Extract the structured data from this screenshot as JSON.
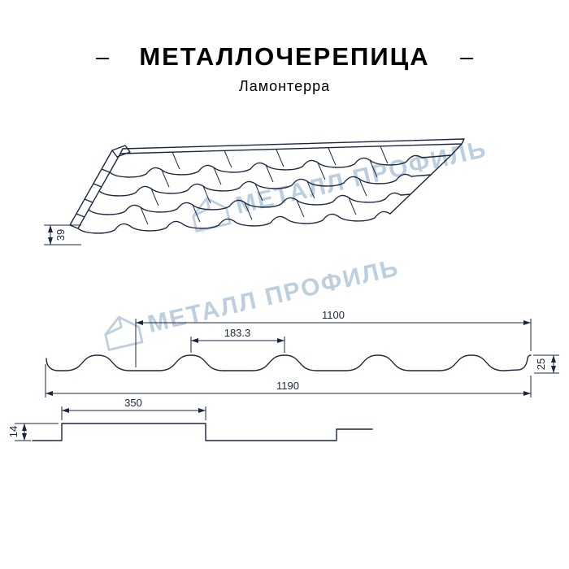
{
  "header": {
    "title": "МЕТАЛЛОЧЕРЕПИЦА",
    "subtitle": "Ламонтерра"
  },
  "watermark": {
    "text": "МЕТАЛЛ ПРОФИЛЬ"
  },
  "drawings": {
    "perspective": {
      "dim_overhang": "39"
    },
    "cross_section": {
      "dim_cover_width": "1100",
      "dim_module": "183.3",
      "dim_wave_height": "25",
      "dim_full_width": "1190"
    },
    "step_profile": {
      "dim_step_length": "350",
      "dim_step_height": "14"
    }
  },
  "colors": {
    "background": "#ffffff",
    "line": "#1b2740",
    "watermark": "#b4cadb",
    "title": "#000000"
  }
}
